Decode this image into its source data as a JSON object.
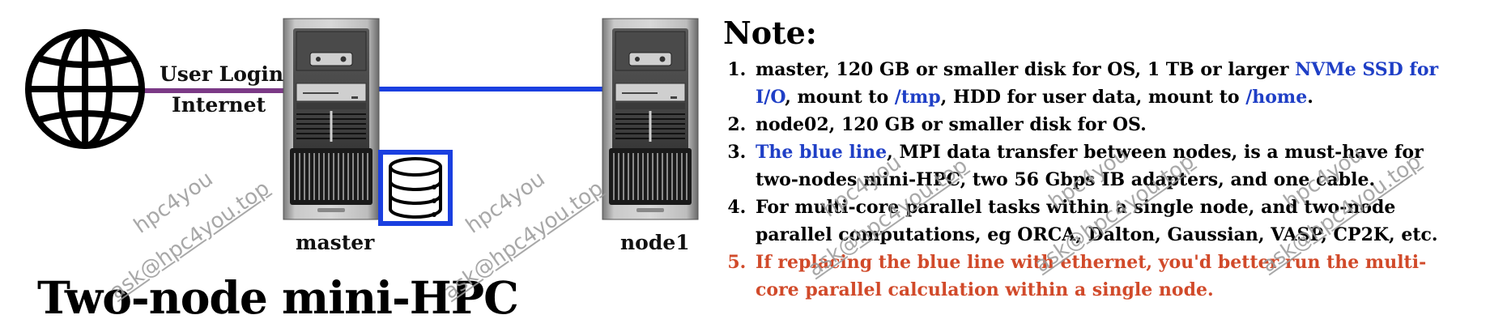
{
  "colors": {
    "internet_link": "#7b3a86",
    "ib_link": "#1a3fe0",
    "storage_frame": "#1a3fe0",
    "highlight_blue": "#1f3fc6",
    "highlight_red": "#d14a2a",
    "watermark": "#9a9a9a"
  },
  "icons": {
    "internet": "globe-icon",
    "storage": "database-icon",
    "master": "tower-server-icon",
    "node": "tower-server-icon"
  },
  "diagram": {
    "link_label_top": "User Login",
    "link_label_bottom": "Internet",
    "master_label": "master",
    "node_label": "node1",
    "title": "Two-node mini-HPC"
  },
  "watermark": {
    "line1": "hpc4you",
    "line2": "ask@hpc4you.top"
  },
  "notes": {
    "heading": "Note:",
    "item1_a": "master, 120 GB or smaller disk for OS,  1 TB or larger ",
    "item1_b": "NVMe SSD for I/O",
    "item1_c": ", mount to ",
    "item1_d": "/tmp",
    "item1_e": ", HDD for user data, mount to ",
    "item1_f": "/home",
    "item1_g": ".",
    "item2": "node02, 120 GB or smaller disk for OS.",
    "item3_a": "The blue line",
    "item3_b": ", MPI data transfer between nodes, is a must-have for two-nodes mini-HPC, two 56 Gbps IB adapters, and one cable.",
    "item4": "For multi-core parallel tasks within a single node, and two-node parallel computations, eg ORCA, Dalton, Gaussian, VASP, CP2K, etc.",
    "item5": "If replacing the blue line with ethernet, you'd better run the multi-core parallel calculation within a single node."
  }
}
